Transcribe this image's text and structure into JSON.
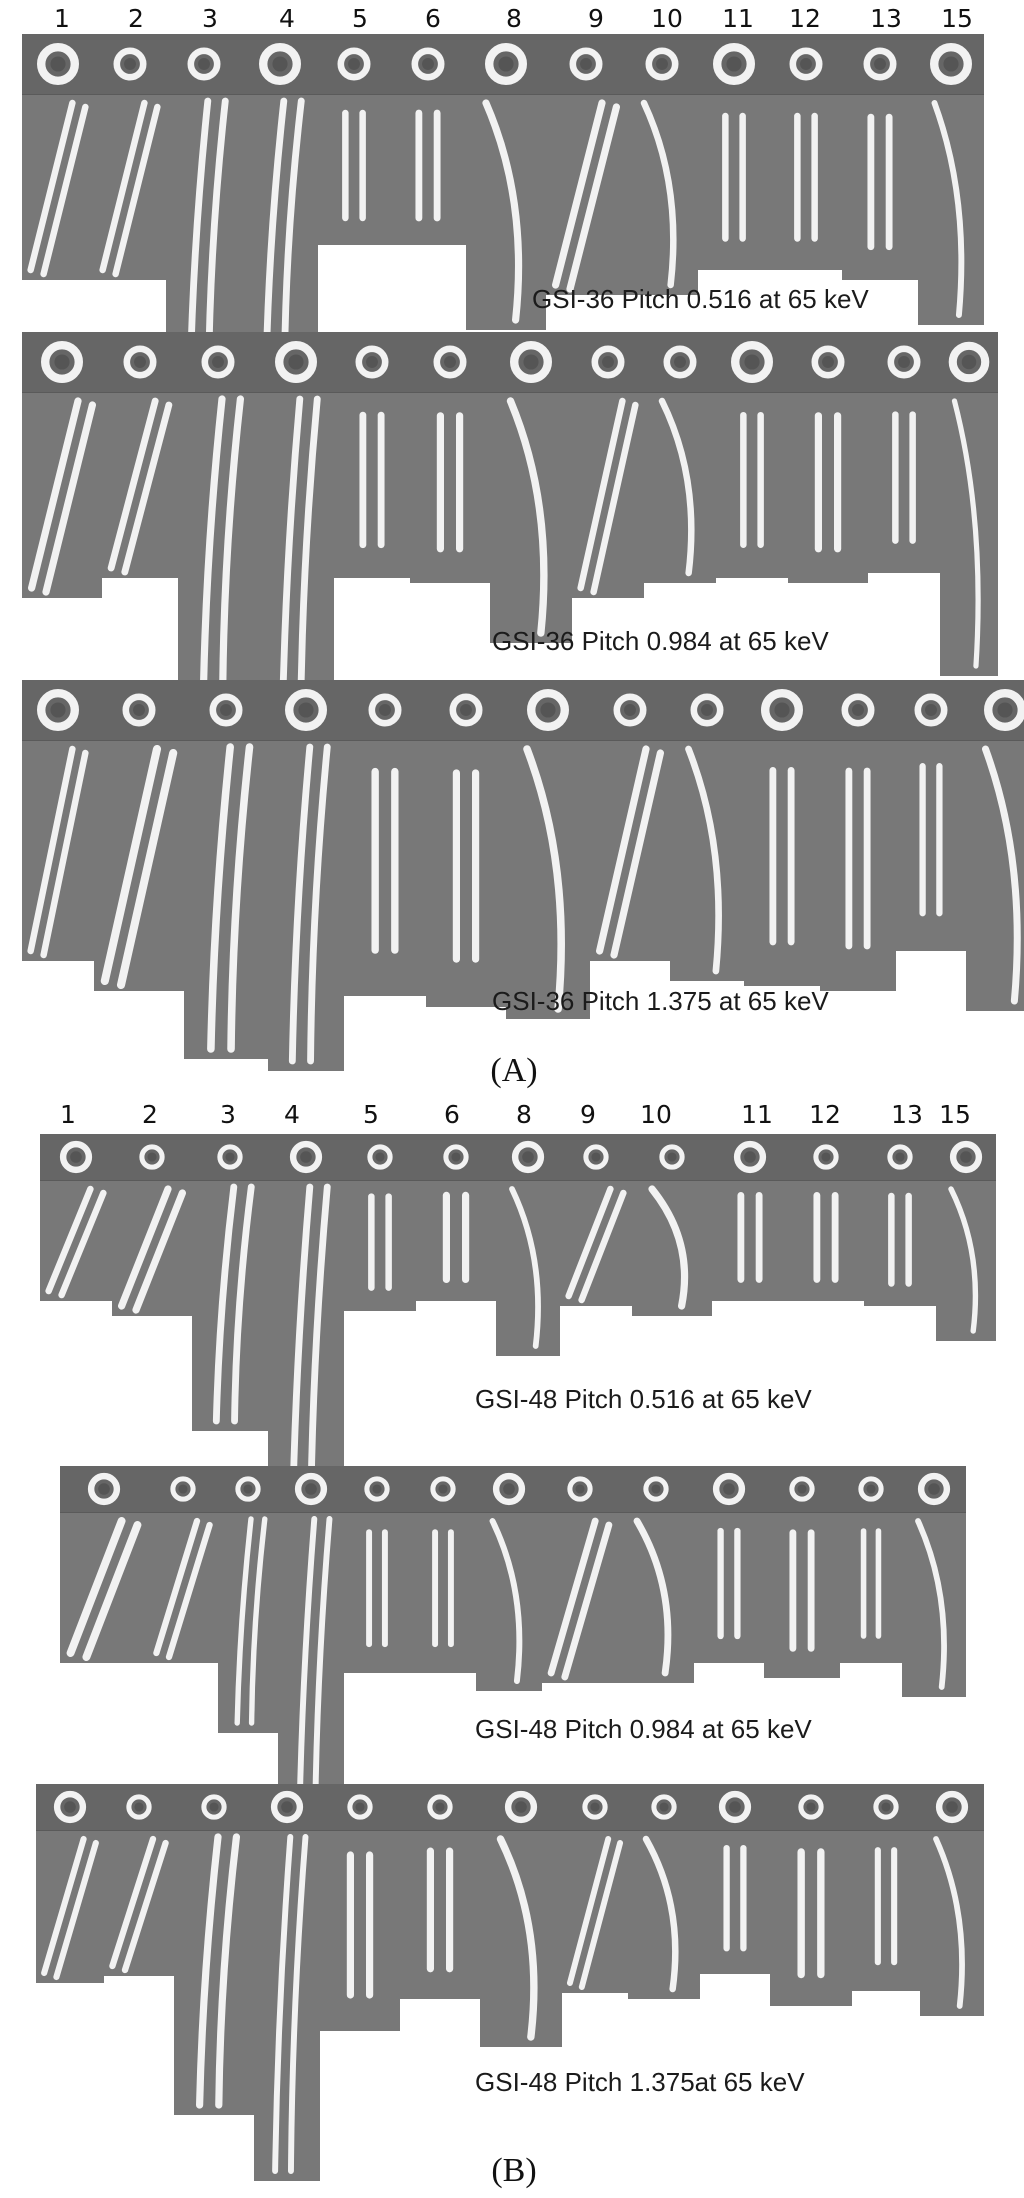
{
  "panels": [
    {
      "label": "(A)",
      "numbers": [
        "1",
        "2",
        "3",
        "4",
        "5",
        "6",
        "8",
        "9",
        "10",
        "11",
        "12",
        "13",
        "15"
      ],
      "rows": [
        {
          "caption": "GSI-36 Pitch 0.516 at 65 keV"
        },
        {
          "caption": "GSI-36 Pitch 0.984 at 65 keV"
        },
        {
          "caption": "GSI-36 Pitch 1.375 at 65 keV"
        }
      ]
    },
    {
      "label": "(B)",
      "numbers": [
        "1",
        "2",
        "3",
        "4",
        "5",
        "6",
        "8",
        "9",
        "10",
        "11",
        "12",
        "13",
        "15"
      ],
      "rows": [
        {
          "caption": "GSI-48 Pitch 0.516 at 65 keV"
        },
        {
          "caption": "GSI-48 Pitch 0.984 at 65 keV"
        },
        {
          "caption": "GSI-48 Pitch 1.375at 65 keV"
        }
      ]
    }
  ],
  "colors": {
    "scan_background": "#787878",
    "bone_white": "#f2f2f2",
    "figure_background": "#ffffff"
  }
}
